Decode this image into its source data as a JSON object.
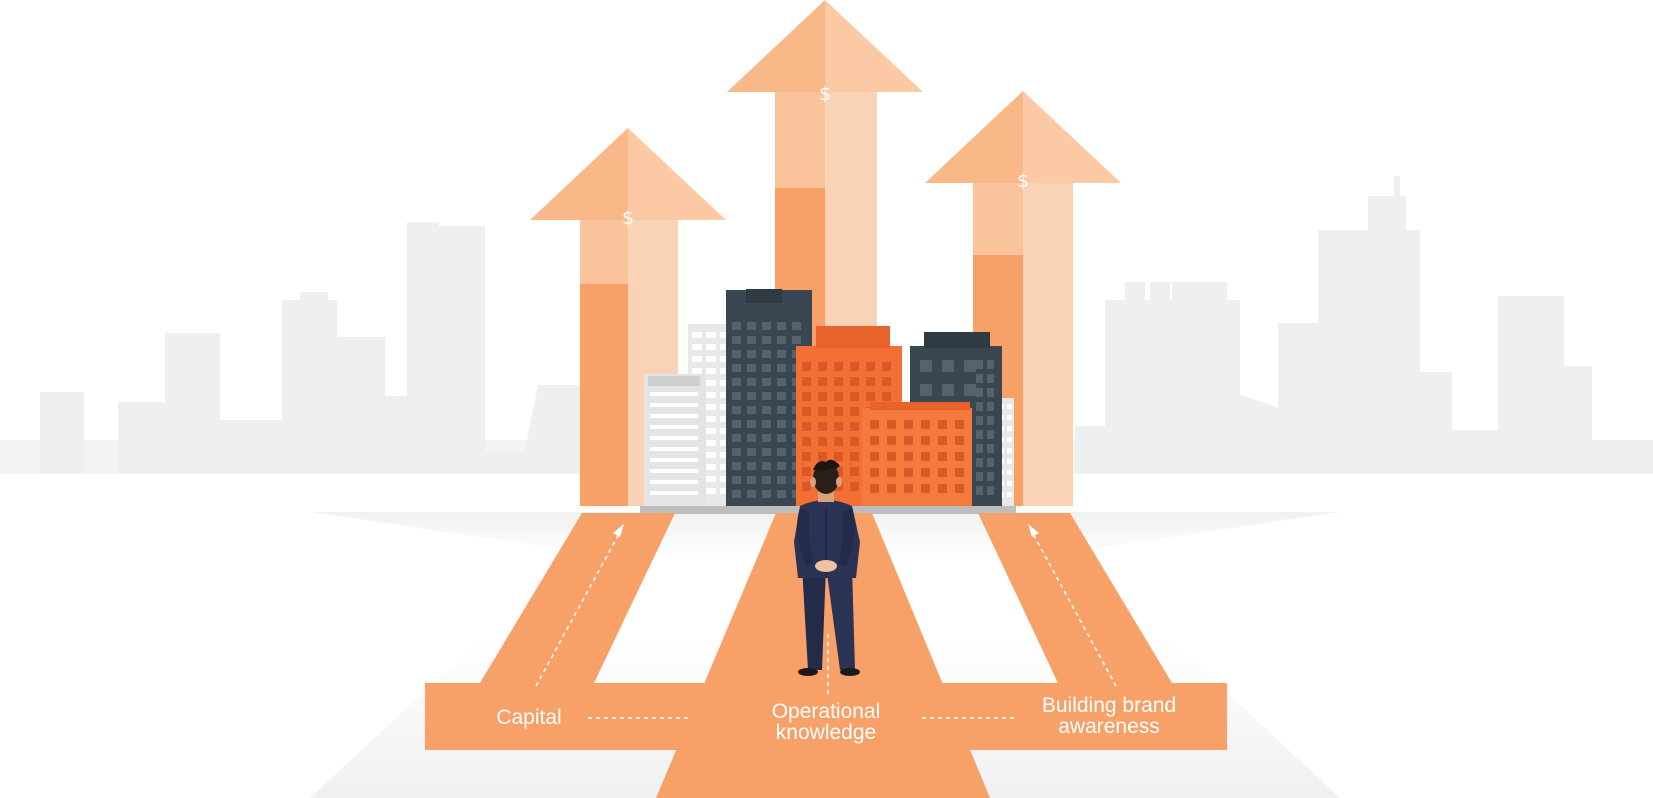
{
  "diagram": {
    "labels": {
      "capital": "Capital",
      "operational_line1": "Operational",
      "operational_line2": "knowledge",
      "brand_line1": "Building brand",
      "brand_line2": "awareness"
    },
    "arrow_symbol": "$",
    "icons": [
      "dollar-icon",
      "city-skyline-icon",
      "businessman-icon",
      "growth-arrow-icon"
    ],
    "colors": {
      "primary_orange": "#f7a068",
      "light_orange": "#f9c39b",
      "accent_orange": "#f36f34",
      "dark_building": "#3a4651",
      "skyline": "#ececec"
    }
  }
}
